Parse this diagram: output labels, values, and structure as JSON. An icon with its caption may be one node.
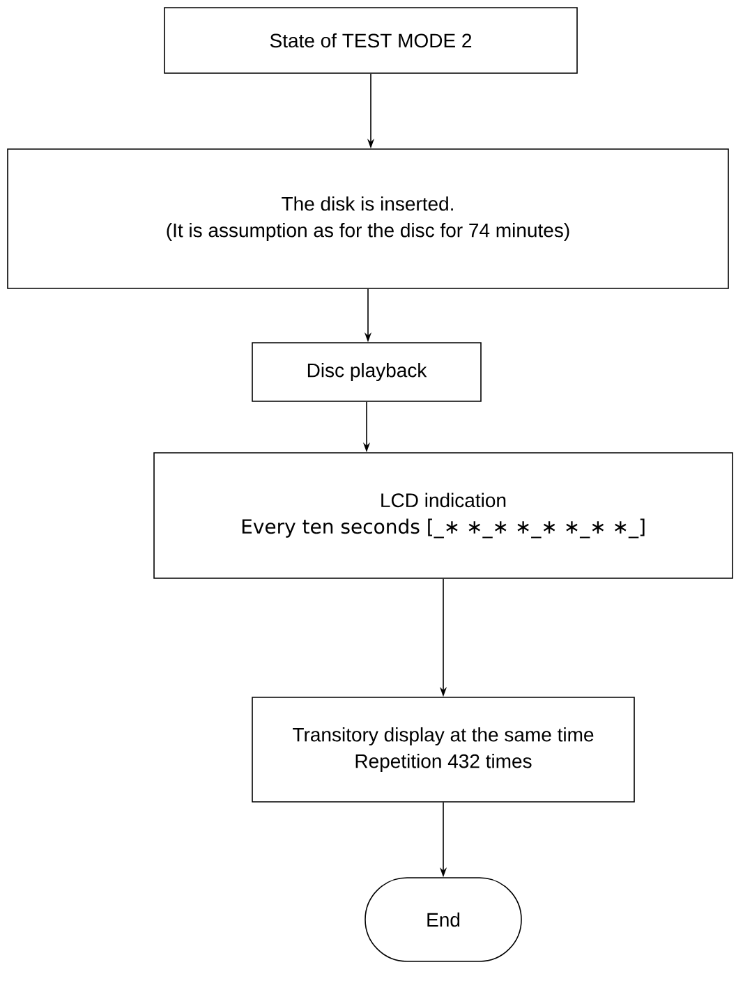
{
  "diagram": {
    "nodes": [
      {
        "text": [
          "State of TEST MODE 2"
        ]
      },
      {
        "text": [
          "The disk is inserted.",
          "(It is assumption as for the disc for 74 minutes)"
        ]
      },
      {
        "text": [
          "Disc playback"
        ]
      },
      {
        "text": [
          "LCD indication",
          "Every ten seconds [_∗ ∗_∗ ∗_∗ ∗_∗ ∗_]"
        ]
      },
      {
        "text": [
          "Transitory display at the same time",
          "Repetition 432 times"
        ]
      },
      {
        "text": [
          "End"
        ]
      }
    ],
    "edges": [
      {
        "from": 0,
        "to": 1,
        "arrow": "to"
      },
      {
        "from": 1,
        "to": 2,
        "arrow": "to"
      },
      {
        "from": 2,
        "to": 3,
        "arrow": "to"
      },
      {
        "from": 3,
        "to": 4,
        "arrow": "to"
      },
      {
        "from": 4,
        "to": 5,
        "arrow": "to"
      }
    ]
  }
}
